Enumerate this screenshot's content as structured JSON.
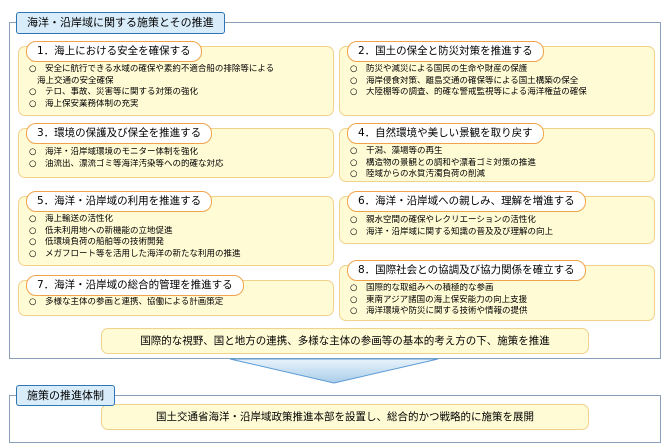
{
  "title": "海洋・沿岸域に関する施策とその推進",
  "bullet_symbol": "○",
  "policies": [
    {
      "heading": "1．海上における安全を確保する",
      "items": [
        "安全に航行できる水域の確保や素約不適合船の排除等による",
        "海上交通の安全確保",
        "テロ、事故、災害等に関する対策の強化",
        "海上保安業務体制の充実"
      ]
    },
    {
      "heading": "2．国土の保全と防災対策を推進する",
      "items": [
        "防災や減災による国民の生命や財産の保護",
        "海岸侵食対策、離島交通の確保等による国土構築の保全",
        "大陸棚等の調査、的確な警戒監視等による海洋権益の確保"
      ]
    },
    {
      "heading": "3．環境の保護及び保全を推進する",
      "items": [
        "海洋・沿岸域環境のモニター体制を強化",
        "油流出、漂流ゴミ等海洋汚染等への的確な対応"
      ]
    },
    {
      "heading": "4．自然環境や美しい景観を取り戻す",
      "items": [
        "干潟、藻場等の再生",
        "構造物の景観との調和や漂着ゴミ対策の推進",
        "陸域からの水質汚濁負荷の削減"
      ]
    },
    {
      "heading": "5．海洋・沿岸域の利用を推進する",
      "items": [
        "海上輸送の活性化",
        "低未利用地への新機能の立地促進",
        "低環境負荷の船舶等の技術開発",
        "メガフロート等を活用した海洋の新たな利用の推進"
      ]
    },
    {
      "heading": "6．海洋・沿岸域への親しみ、理解を増進する",
      "items": [
        "親水空間の確保やレクリエーションの活性化",
        "海洋・沿岸域に関する知識の普及及び理解の向上"
      ]
    },
    {
      "heading": "7．海洋・沿岸域の総合的管理を推進する",
      "items": [
        "多様な主体の参画と連携、協働による計画策定"
      ]
    },
    {
      "heading": "8．国際社会との協調及び協力関係を確立する",
      "items": [
        "国際的な取組みへの積極的な参画",
        "東南アジア諸国の海上保安能力の向上支援",
        "海洋環境や防災に関する技術や情報の提供"
      ]
    }
  ],
  "summary": "国際的な視野、国と地方の連携、多様な主体の参画等の基本的考え方の下、施策を推進",
  "promotion": {
    "heading": "施策の推進体制",
    "text": "国土交通省海洋・沿岸域政策推進本部を設置し、総合的かつ戦略的に施策を展開"
  }
}
